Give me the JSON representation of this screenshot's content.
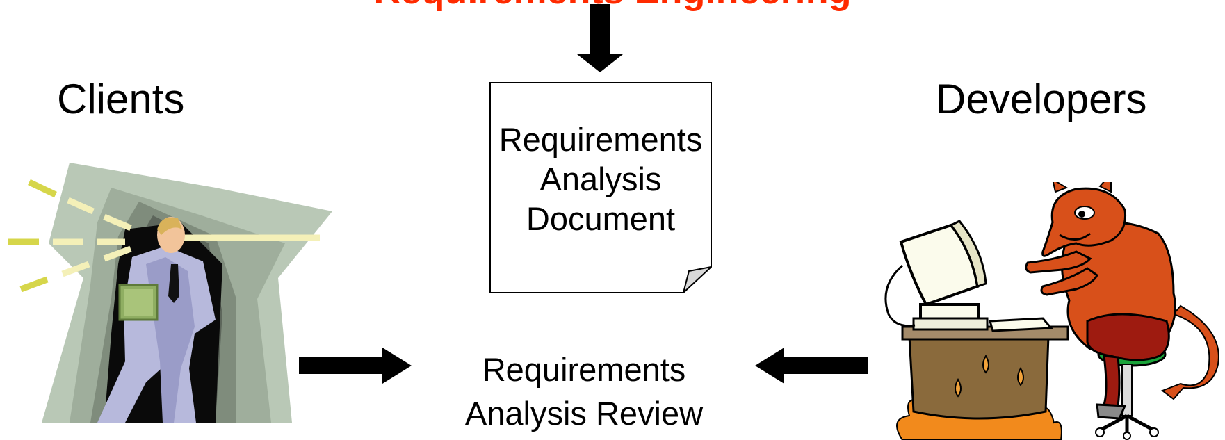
{
  "title_partial": "Requirements Engineering",
  "clients": {
    "label": "Clients"
  },
  "developers": {
    "label": "Developers"
  },
  "document": {
    "line1": "Requirements",
    "line2": "Analysis",
    "line3": "Document"
  },
  "review": {
    "line1": "Requirements",
    "line2": "Analysis Review"
  },
  "icons": {
    "clients": "businessman-in-cave-clipart",
    "developers": "red-devil-at-computer-clipart",
    "arrows": [
      "arrow-down",
      "arrow-right",
      "arrow-left"
    ]
  },
  "colors": {
    "title": "#ff2a00",
    "arrows": "#000000",
    "devil": "#d8501a",
    "cave": "#b9c8b6"
  }
}
